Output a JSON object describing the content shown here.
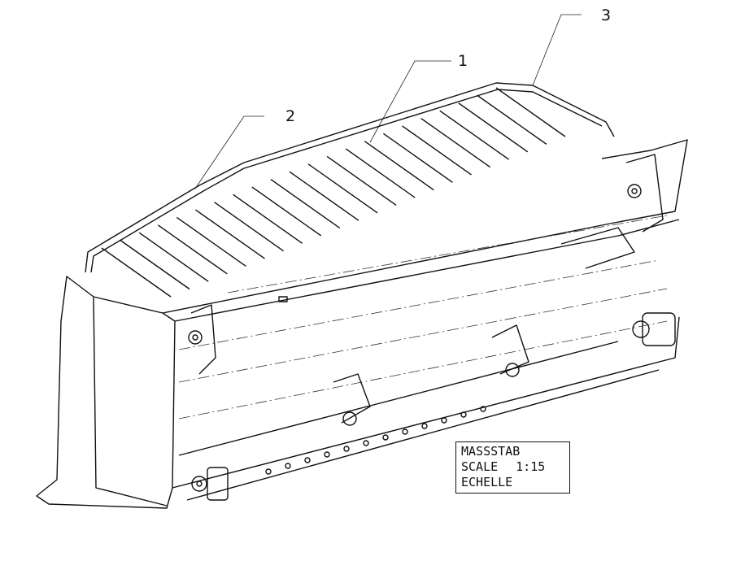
{
  "callouts": [
    {
      "label": "1"
    },
    {
      "label": "2"
    },
    {
      "label": "3"
    }
  ],
  "scale_box": {
    "line1": "MASSSTAB",
    "line2": "SCALE",
    "value": "1:15",
    "line3": "ECHELLE"
  }
}
